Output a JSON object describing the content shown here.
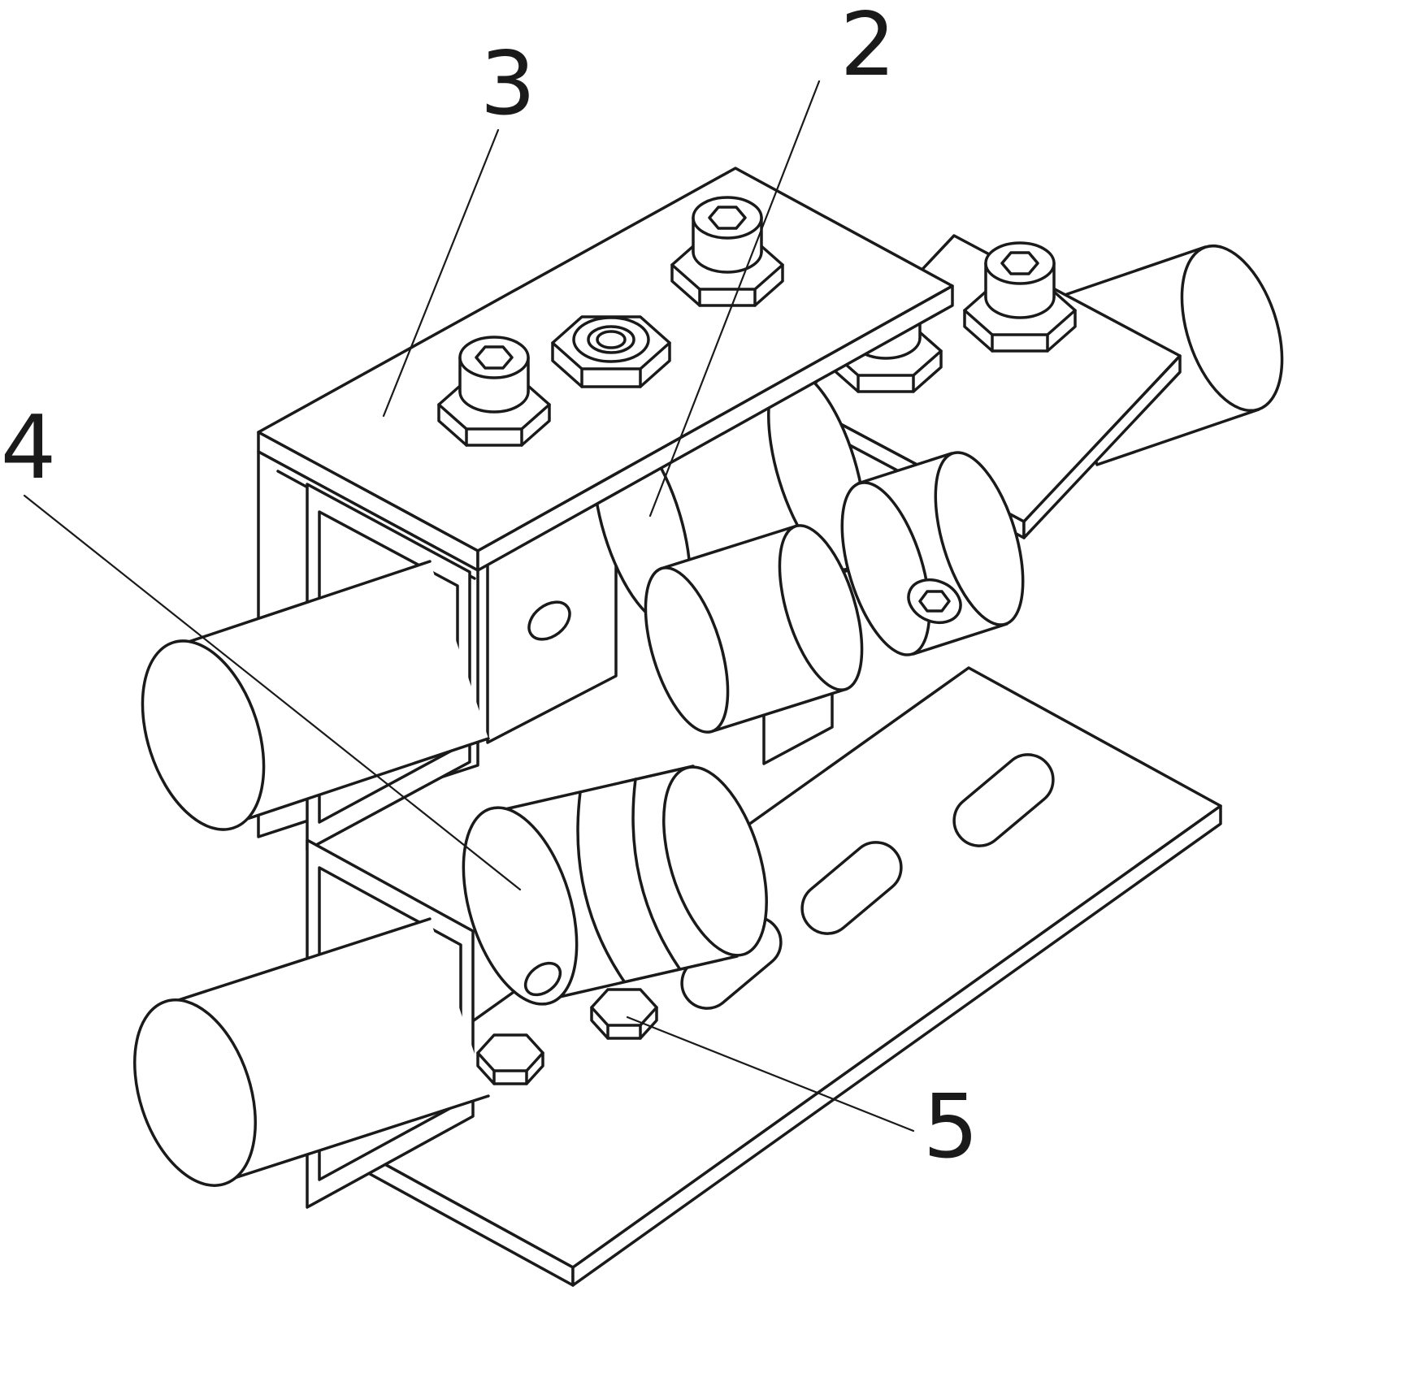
{
  "figure": {
    "type": "patent-line-drawing",
    "view": "isometric",
    "description": "Isometric line drawing of a roller clamp assembly: channel bracket with top clamp plate and socket-head fasteners, two cylindrical support shafts, clamp rollers, a shaft collar with set screw, and a slotted base plate",
    "background_color": "#ffffff",
    "line_color": "#1a1a1a"
  },
  "callouts": [
    {
      "number": "2",
      "points_to": "middle roller"
    },
    {
      "number": "3",
      "points_to": "top clamp plate"
    },
    {
      "number": "4",
      "points_to": "lower roller clamp"
    },
    {
      "number": "5",
      "points_to": "clamp bolt"
    }
  ]
}
